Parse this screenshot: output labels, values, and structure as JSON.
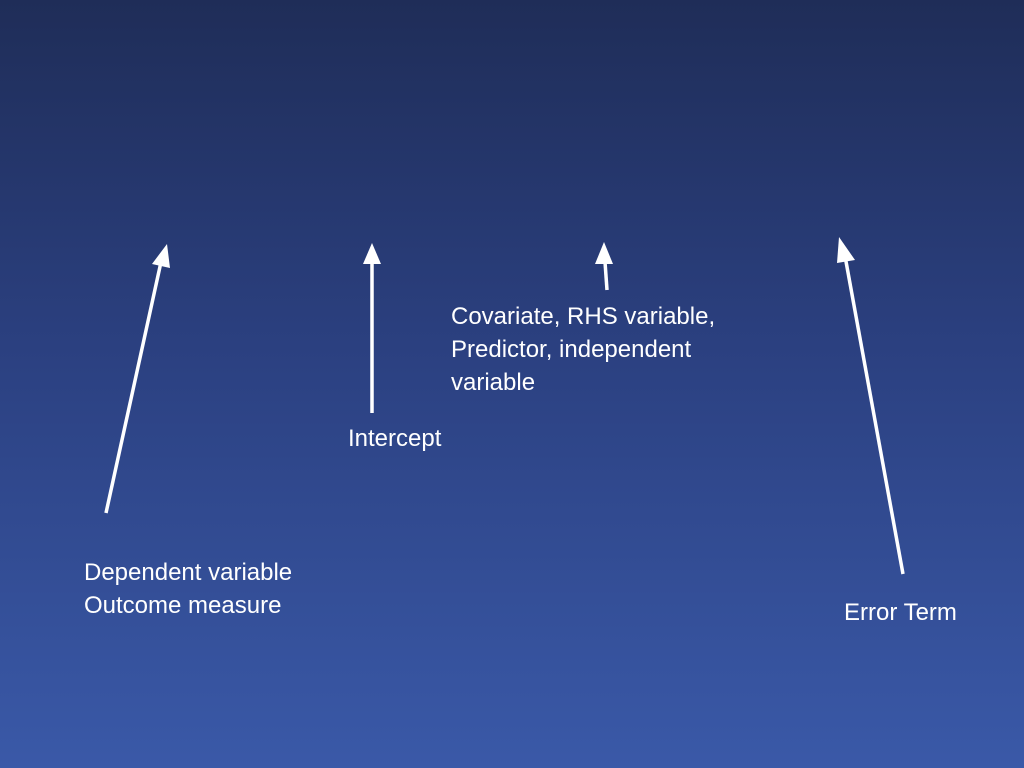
{
  "slide": {
    "labels": {
      "dependent": [
        "Dependent variable",
        "Outcome measure"
      ],
      "intercept": "Intercept",
      "covariate": [
        "Covariate, RHS variable,",
        "Predictor, independent",
        "variable"
      ],
      "error": "Error Term"
    },
    "arrows": [
      {
        "points_to": "dependent variable",
        "icon": "arrow-up-icon"
      },
      {
        "points_to": "intercept",
        "icon": "arrow-up-icon"
      },
      {
        "points_to": "covariate",
        "icon": "arrow-up-icon"
      },
      {
        "points_to": "error term",
        "icon": "arrow-up-icon"
      }
    ],
    "colors": {
      "background_top": "#1f2d58",
      "background_bottom": "#3a59a8",
      "text": "#ffffff",
      "arrow": "#ffffff"
    }
  }
}
